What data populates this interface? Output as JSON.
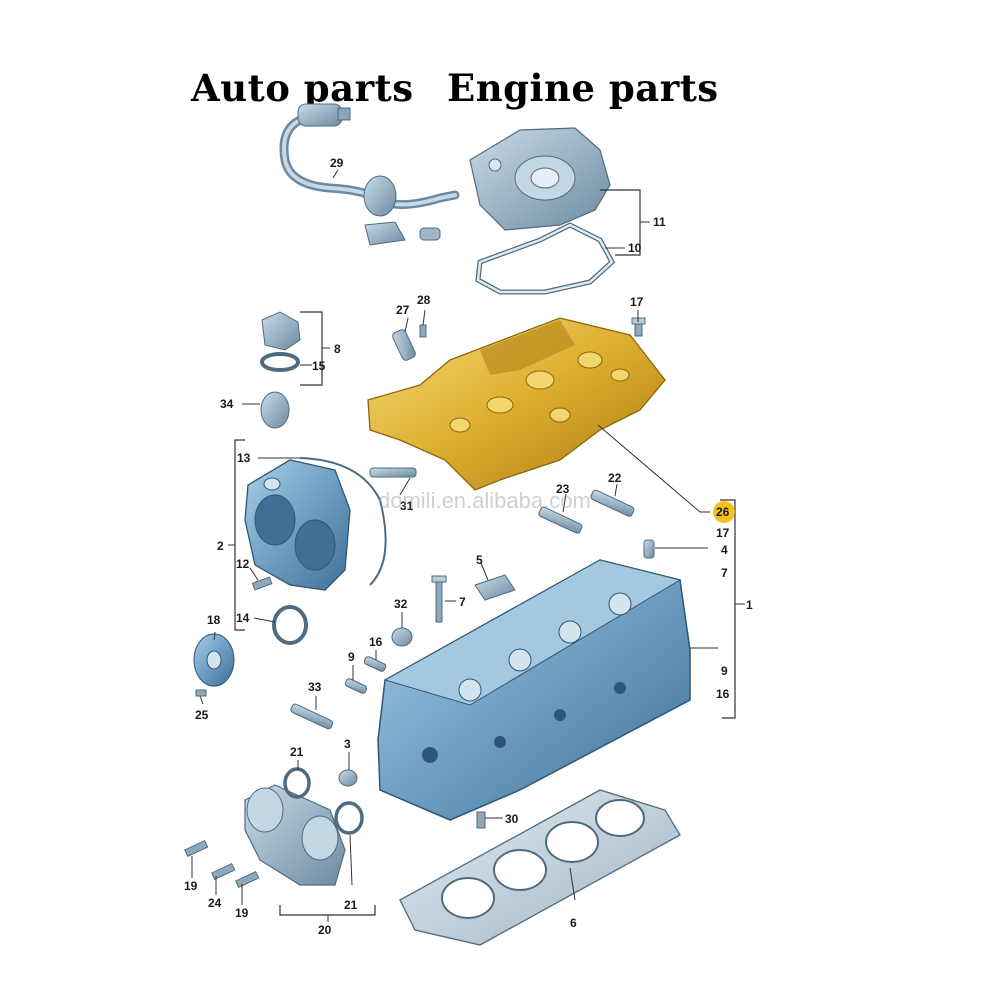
{
  "headings": {
    "left": "Auto parts",
    "right": "Engine parts"
  },
  "watermark": "domili.en.alibaba.com",
  "callouts": {
    "c1": "1",
    "c2": "2",
    "c3": "3",
    "c4": "4",
    "c5": "5",
    "c6": "6",
    "c7a": "7",
    "c7b": "7",
    "c8": "8",
    "c9a": "9",
    "c9b": "9",
    "c10": "10",
    "c11": "11",
    "c12": "12",
    "c13": "13",
    "c14": "14",
    "c15": "15",
    "c16a": "16",
    "c16b": "16",
    "c17a": "17",
    "c17b": "17",
    "c18": "18",
    "c19a": "19",
    "c19b": "19",
    "c20": "20",
    "c21a": "21",
    "c21b": "21",
    "c22": "22",
    "c23": "23",
    "c24": "24",
    "c25": "25",
    "c26": "26",
    "c27": "27",
    "c28": "28",
    "c29": "29",
    "c30": "30",
    "c31": "31",
    "c32": "32",
    "c33": "33",
    "c34": "34"
  },
  "colors": {
    "cylinder_head": "#5f8fb3",
    "cylinder_head_light": "#9cc3de",
    "valve_cover": "#d9aa2a",
    "valve_cover_light": "#f3d26a",
    "highlight_circle": "#f2c21b"
  }
}
